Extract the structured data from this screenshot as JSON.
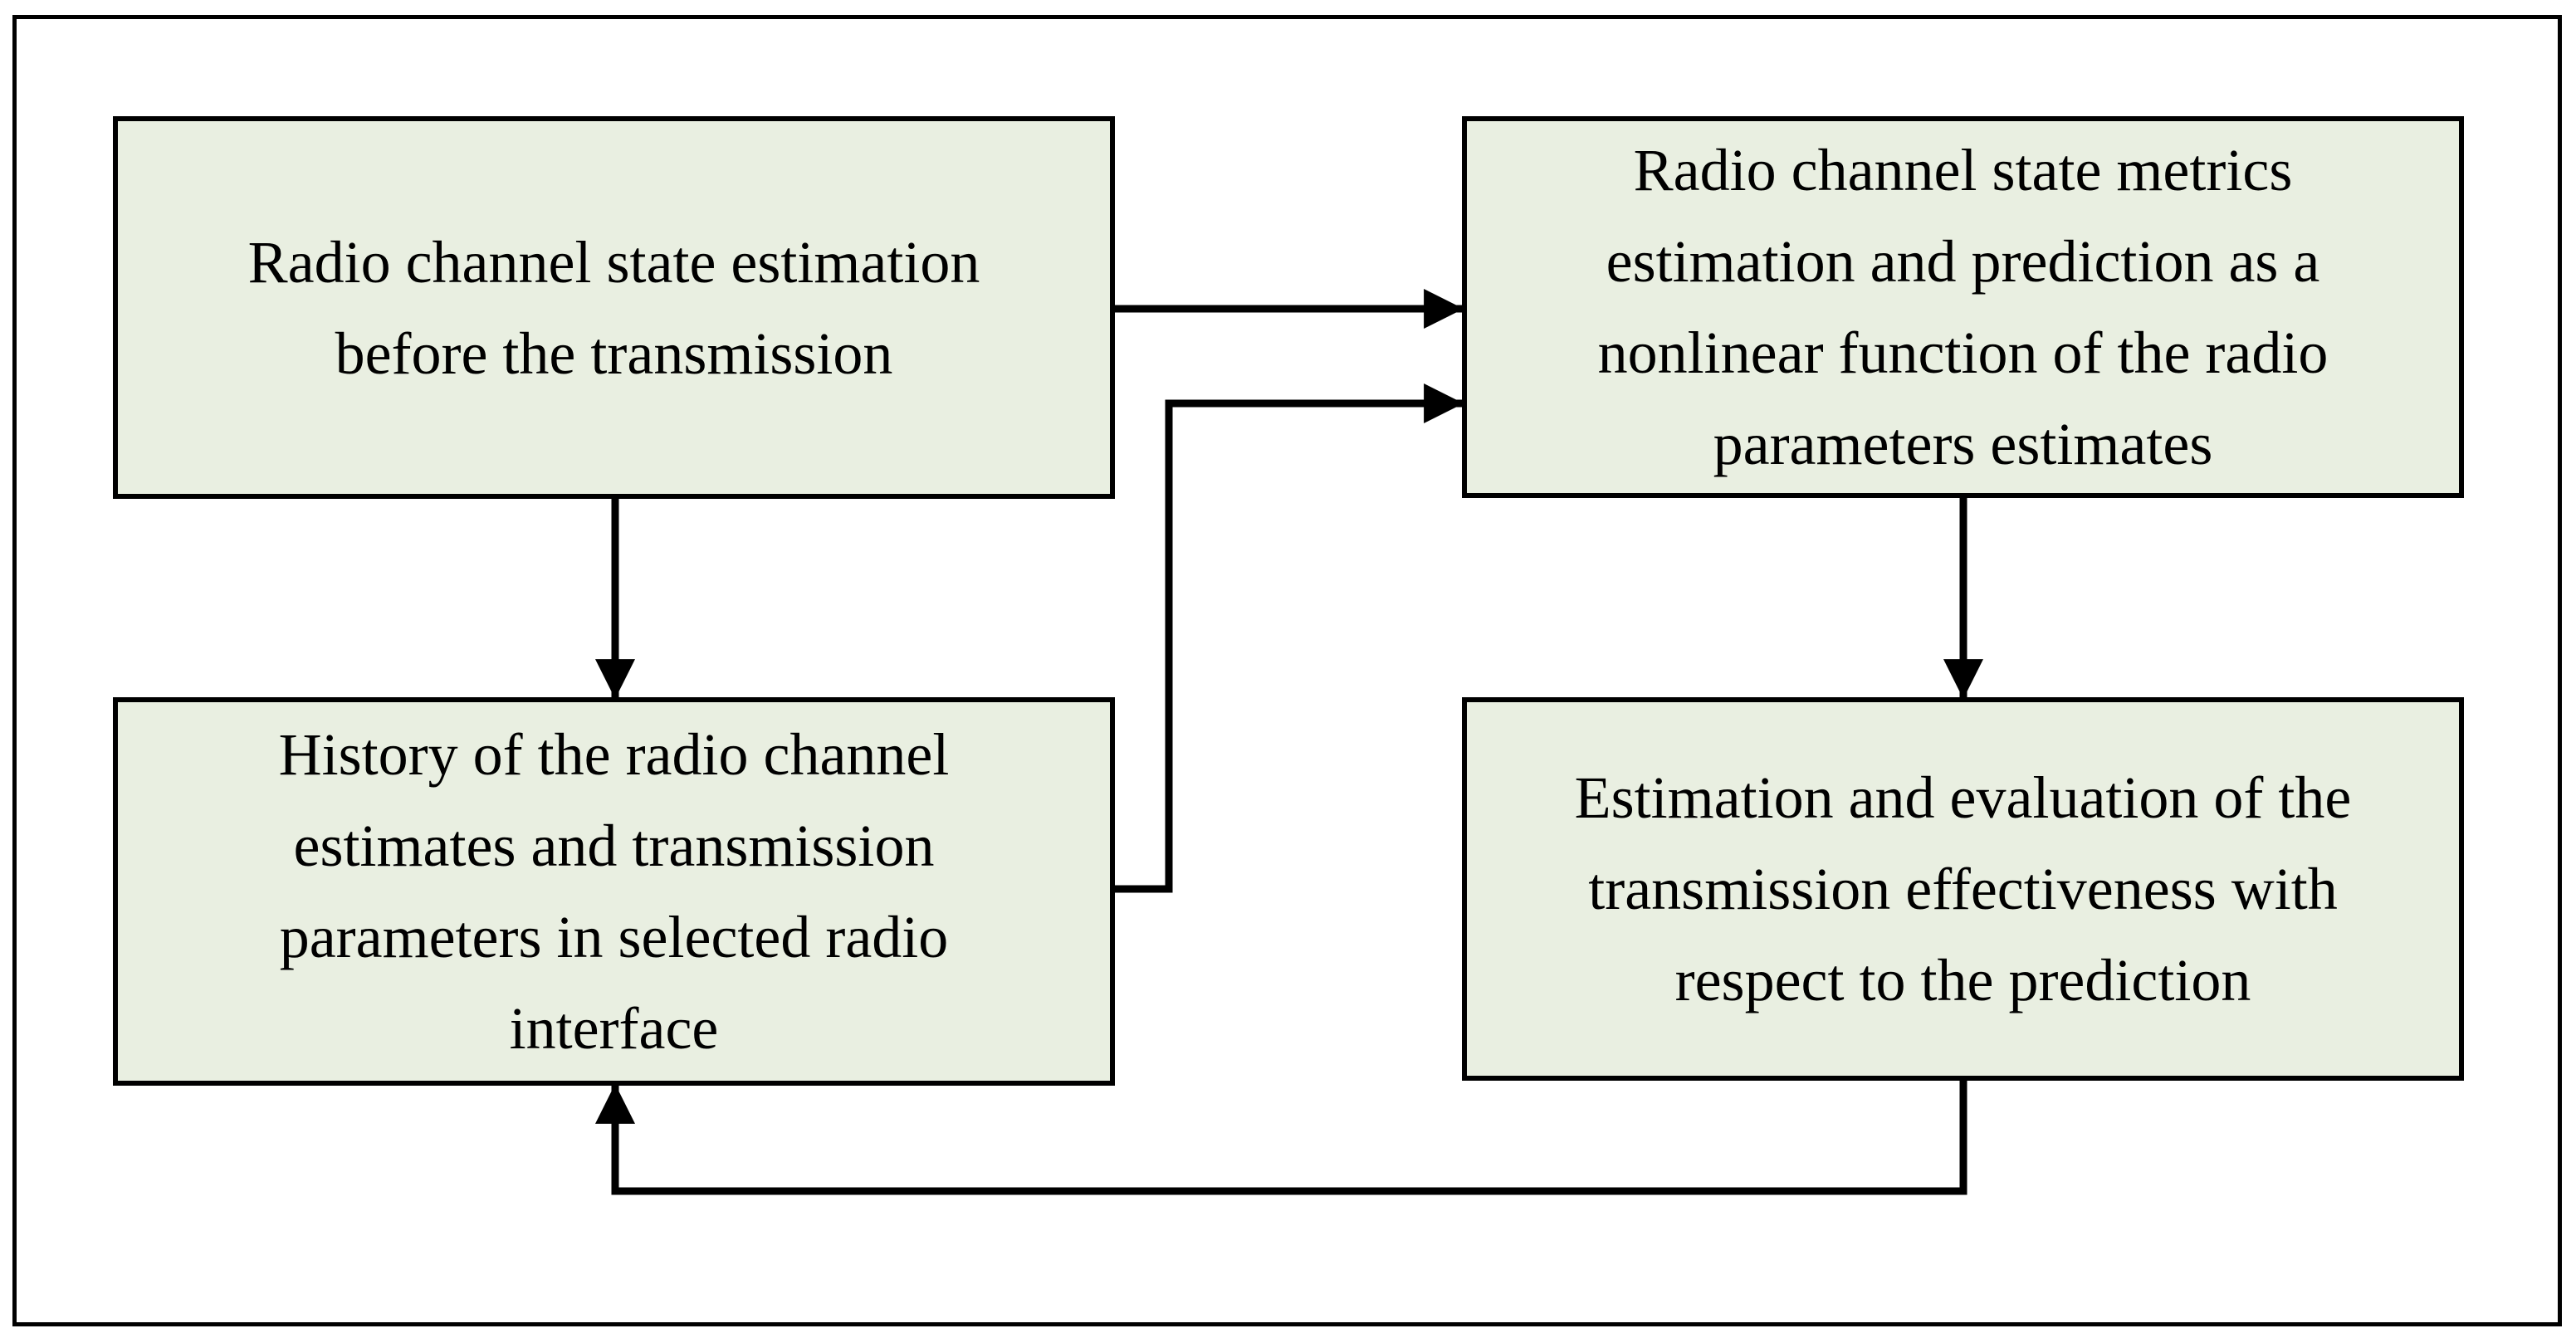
{
  "diagram": {
    "type": "flowchart",
    "colors": {
      "background": "#ffffff",
      "frame_border": "#000000",
      "box_fill": "#e9efe1",
      "box_border": "#000000",
      "arrow": "#000000"
    },
    "boxes": [
      {
        "id": "radio-channel-state-estimation",
        "text": "Radio channel state estimation\nbefore the transmission"
      },
      {
        "id": "metrics-estimation-prediction",
        "text": "Radio channel state metrics\nestimation and prediction as a\nnonlinear function of the radio\nparameters estimates"
      },
      {
        "id": "history-of-estimates",
        "text": "History of the radio channel\nestimates and transmission\nparameters in selected radio\ninterface"
      },
      {
        "id": "effectiveness-evaluation",
        "text": "Estimation and evaluation of the\ntransmission effectiveness with\nrespect to the prediction"
      }
    ],
    "arrows": [
      {
        "from": "radio-channel-state-estimation",
        "to": "metrics-estimation-prediction"
      },
      {
        "from": "radio-channel-state-estimation",
        "to": "history-of-estimates"
      },
      {
        "from": "history-of-estimates",
        "to": "metrics-estimation-prediction"
      },
      {
        "from": "metrics-estimation-prediction",
        "to": "effectiveness-evaluation"
      },
      {
        "from": "effectiveness-evaluation",
        "to": "history-of-estimates"
      }
    ]
  }
}
